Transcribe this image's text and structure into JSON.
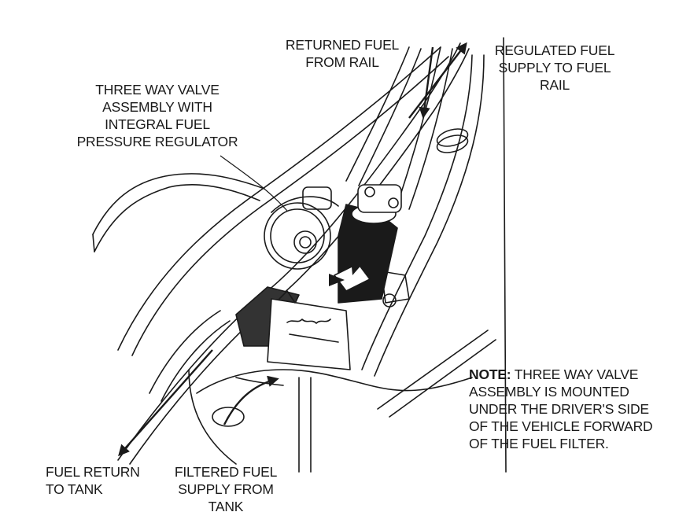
{
  "labels": {
    "returned_fuel": [
      "RETURNED FUEL",
      "FROM RAIL"
    ],
    "regulated_fuel": [
      "REGULATED FUEL",
      "SUPPLY TO FUEL",
      "RAIL"
    ],
    "three_way_valve": [
      "THREE WAY VALVE",
      "ASSEMBLY WITH",
      "INTEGRAL FUEL",
      "PRESSURE REGULATOR"
    ],
    "fuel_return": [
      "FUEL RETURN",
      "TO TANK"
    ],
    "filtered_fuel": [
      "FILTERED FUEL",
      "SUPPLY FROM",
      "TANK"
    ]
  },
  "note": {
    "prefix": "NOTE:",
    "first_line_rest": " THREE WAY VALVE",
    "lines": [
      "ASSEMBLY IS MOUNTED",
      "UNDER THE DRIVER'S SIDE",
      "OF THE VEHICLE FORWARD",
      "OF THE FUEL FILTER."
    ]
  },
  "colors": {
    "ink": "#1a1a1a",
    "background": "#ffffff"
  }
}
